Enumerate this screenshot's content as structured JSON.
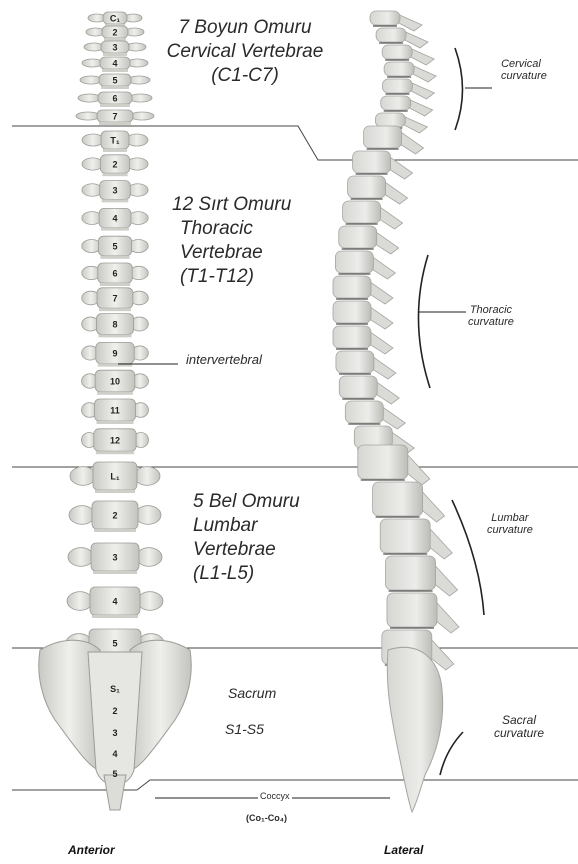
{
  "groups": {
    "cervical": {
      "count_text": "7 Boyun Omuru",
      "latin": "Cervical Vertebrae",
      "range": "(C1-C7)"
    },
    "thoracic": {
      "count_text": "12 Sırt Omuru",
      "latin1": "Thoracic",
      "latin2": "Vertebrae",
      "range": "(T1-T12)"
    },
    "lumbar": {
      "count_text": "5 Bel Omuru",
      "latin1": "Lumbar",
      "latin2": "Vertebrae",
      "range": "(L1-L5)"
    },
    "sacrum": {
      "name": "Sacrum",
      "range": "S1-S5"
    }
  },
  "curvatures": {
    "cervical": [
      "Cervical",
      "curvature"
    ],
    "thoracic": [
      "Thoracic",
      "curvature"
    ],
    "lumbar": [
      "Lumbar",
      "curvature"
    ],
    "sacral": [
      "Sacral",
      "curvature"
    ]
  },
  "intervertebral_label": "intervertebral",
  "coccyx": {
    "name": "Coccyx",
    "range": "(Co₁-Co₄)"
  },
  "views": {
    "anterior": "Anterior",
    "lateral": "Lateral"
  },
  "vertebra_labels": {
    "cervical": [
      "C₁",
      "2",
      "3",
      "4",
      "5",
      "6",
      "7"
    ],
    "thoracic": [
      "T₁",
      "2",
      "3",
      "4",
      "5",
      "6",
      "7",
      "8",
      "9",
      "10",
      "11",
      "12"
    ],
    "lumbar": [
      "L₁",
      "2",
      "3",
      "4",
      "5"
    ],
    "sacral": [
      "S₁",
      "2",
      "3",
      "4",
      "5"
    ]
  },
  "colors": {
    "bone": "#e3e3df",
    "bone_shadow": "#b9b9b4",
    "line": "#333333"
  }
}
